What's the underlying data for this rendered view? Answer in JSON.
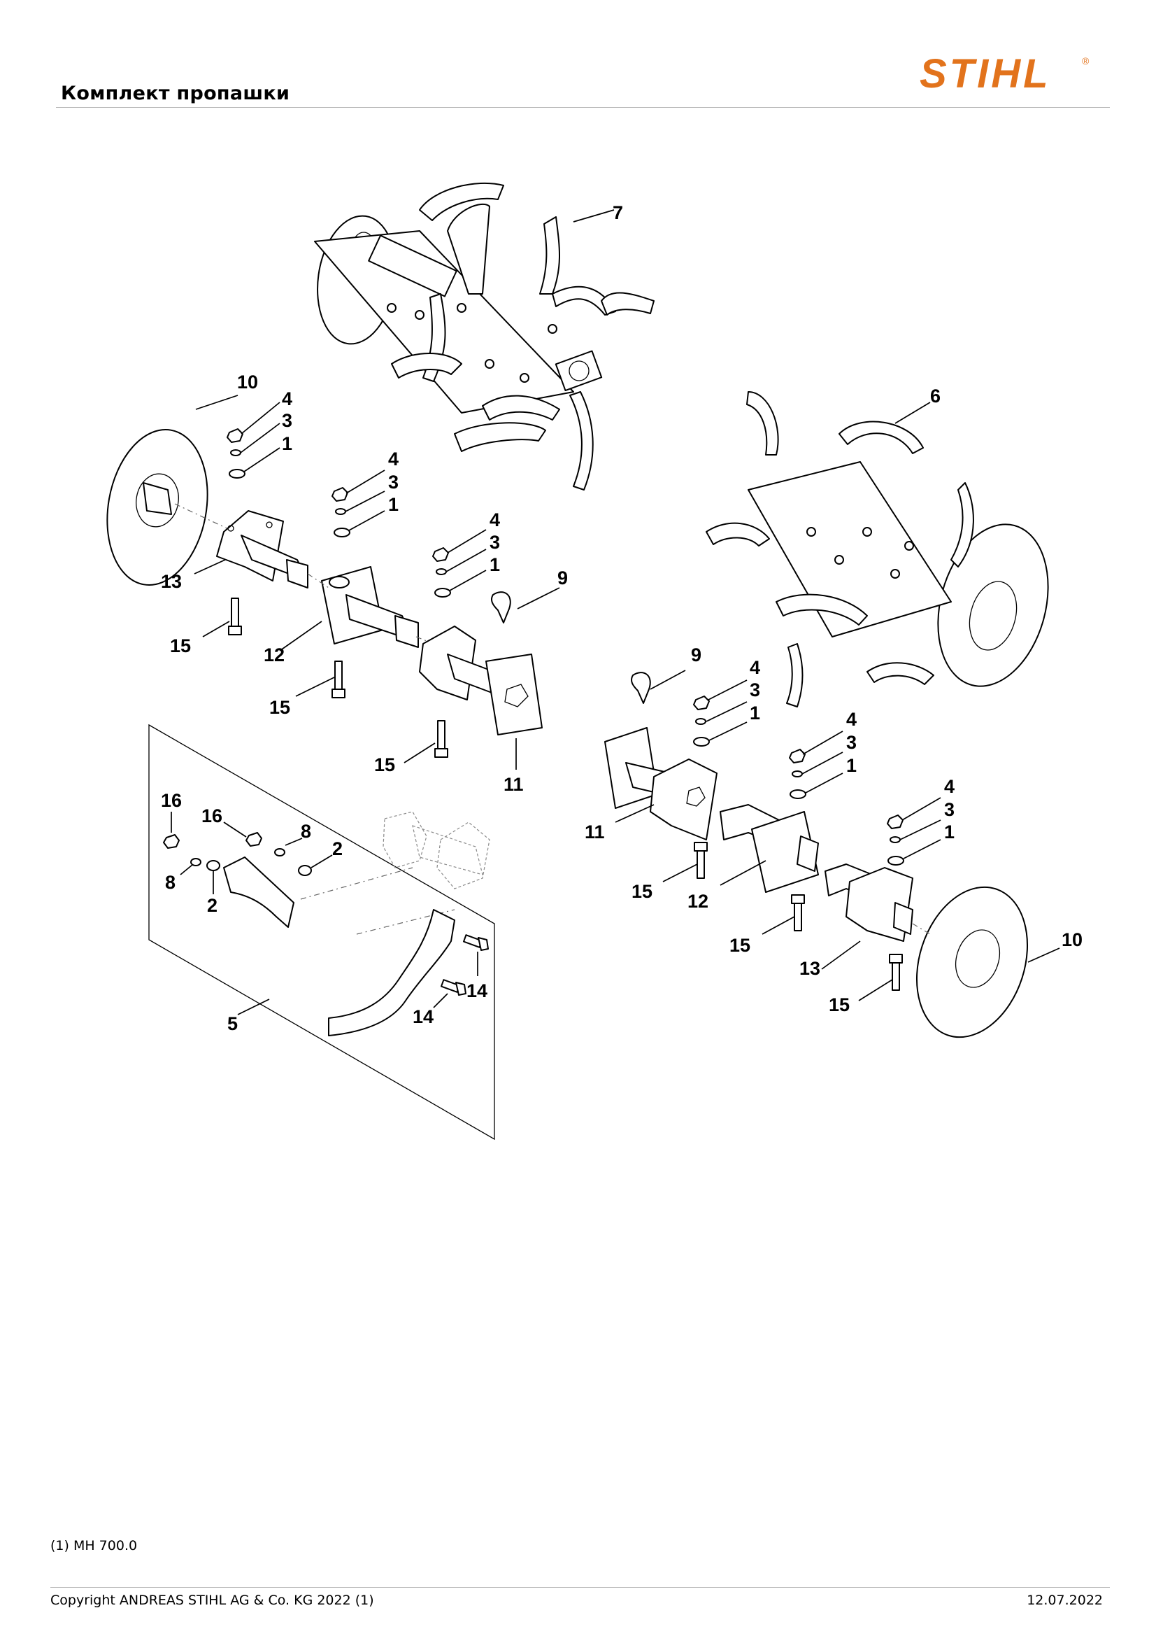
{
  "header": {
    "title": "Комплект пропашки",
    "brand": "STIHL",
    "brand_mark": "®",
    "brand_color": "#e2731c"
  },
  "diagram": {
    "callouts": {
      "c7": "7",
      "c6": "6",
      "c10a": "10",
      "c4a": "4",
      "c3a": "3",
      "c1a": "1",
      "c13a": "13",
      "c15a": "15",
      "c4b": "4",
      "c3b": "3",
      "c1b": "1",
      "c12a": "12",
      "c15b": "15",
      "c4c": "4",
      "c3c": "3",
      "c1c": "1",
      "c9a": "9",
      "c15c": "15",
      "c11a": "11",
      "c9b": "9",
      "c4d": "4",
      "c3d": "3",
      "c1d": "1",
      "c11b": "11",
      "c15d": "15",
      "c4e": "4",
      "c3e": "3",
      "c1e": "1",
      "c12b": "12",
      "c15e": "15",
      "c4f": "4",
      "c3f": "3",
      "c1f": "1",
      "c13b": "13",
      "c10b": "10",
      "c15f": "15",
      "c16a": "16",
      "c16b": "16",
      "c8a": "8",
      "c8b": "8",
      "c2a": "2",
      "c2b": "2",
      "c14a": "14",
      "c14b": "14",
      "c5": "5"
    }
  },
  "footer": {
    "model_note": "(1) MH 700.0",
    "copyright": "Copyright ANDREAS STIHL AG & Co. KG 2022 (1)",
    "date": "12.07.2022"
  }
}
